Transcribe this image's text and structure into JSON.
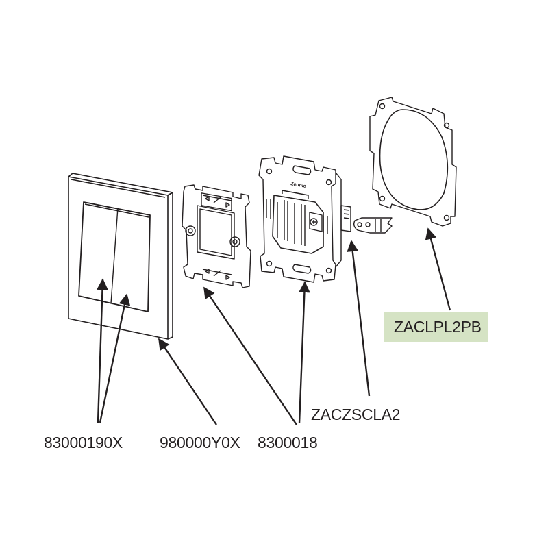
{
  "diagram": {
    "type": "exploded-assembly",
    "colors": {
      "line": "#231f20",
      "highlight": "#d5e3c4",
      "background": "#ffffff"
    },
    "parts": [
      {
        "id": "rocker-keys",
        "description": "double rocker keys",
        "label": "83000190X"
      },
      {
        "id": "cover-frame",
        "description": "square cover frame",
        "label": "980000Y0X"
      },
      {
        "id": "mounting-frame",
        "description": "claw mounting frame",
        "label": "8300018"
      },
      {
        "id": "switch-mechanism",
        "description": "switch mechanism with support plate",
        "label": "8300018",
        "imprint": "Zennio"
      },
      {
        "id": "claws",
        "description": "fixing claws",
        "label": "ZACZSCLA2"
      },
      {
        "id": "gasket",
        "description": "sealing gasket plate",
        "label": "ZACLPL2PB",
        "highlighted": true
      }
    ]
  },
  "labels": {
    "rocker": "83000190X",
    "frame": "980000Y0X",
    "mechanism": "8300018",
    "claws": "ZACZSCLA2",
    "gasket": "ZACLPL2PB"
  }
}
